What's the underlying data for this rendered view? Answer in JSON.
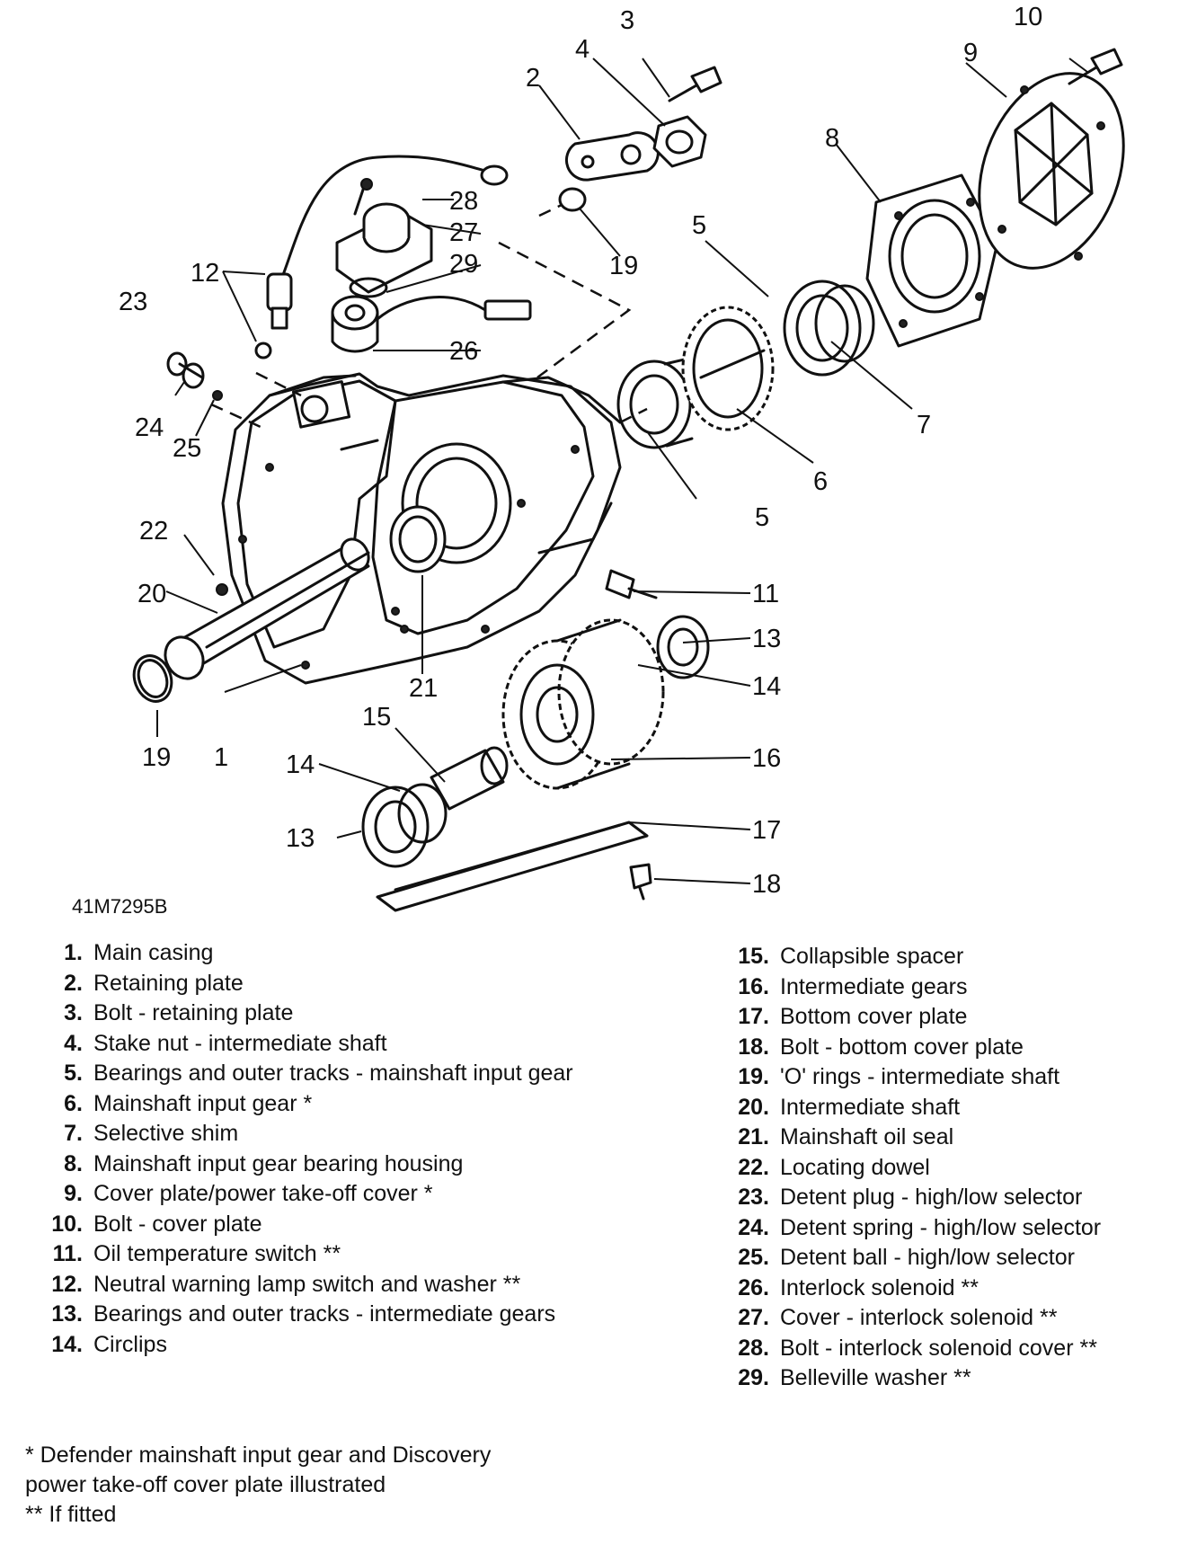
{
  "diagram": {
    "figure_ref": "41M7295B",
    "callouts": {
      "c1": "1",
      "c2": "2",
      "c3": "3",
      "c4": "4",
      "c5a": "5",
      "c5b": "5",
      "c6": "6",
      "c7": "7",
      "c8": "8",
      "c9": "9",
      "c10": "10",
      "c11": "11",
      "c12": "12",
      "c13a": "13",
      "c13b": "13",
      "c14a": "14",
      "c14b": "14",
      "c15": "15",
      "c16": "16",
      "c17": "17",
      "c18": "18",
      "c19a": "19",
      "c19b": "19",
      "c20": "20",
      "c21": "21",
      "c22": "22",
      "c23": "23",
      "c24": "24",
      "c25": "25",
      "c26": "26",
      "c27": "27",
      "c28": "28",
      "c29": "29"
    }
  },
  "legend_left": [
    {
      "num": "1.",
      "text": "Main casing"
    },
    {
      "num": "2.",
      "text": "Retaining plate"
    },
    {
      "num": "3.",
      "text": "Bolt - retaining plate"
    },
    {
      "num": "4.",
      "text": "Stake nut - intermediate shaft"
    },
    {
      "num": "5.",
      "text": "Bearings and outer tracks - mainshaft input gear"
    },
    {
      "num": "6.",
      "text": "Mainshaft input gear *"
    },
    {
      "num": "7.",
      "text": "Selective shim"
    },
    {
      "num": "8.",
      "text": "Mainshaft input gear bearing housing"
    },
    {
      "num": "9.",
      "text": "Cover plate/power take-off cover *"
    },
    {
      "num": "10.",
      "text": "Bolt - cover plate"
    },
    {
      "num": "11.",
      "text": "Oil temperature switch **"
    },
    {
      "num": "12.",
      "text": "Neutral warning lamp switch and washer **"
    },
    {
      "num": "13.",
      "text": "Bearings and outer tracks - intermediate gears"
    },
    {
      "num": "14.",
      "text": "Circlips"
    }
  ],
  "legend_right": [
    {
      "num": "15.",
      "text": "Collapsible spacer"
    },
    {
      "num": "16.",
      "text": "Intermediate gears"
    },
    {
      "num": "17.",
      "text": "Bottom cover plate"
    },
    {
      "num": "18.",
      "text": "Bolt - bottom cover plate"
    },
    {
      "num": "19.",
      "text": "'O' rings - intermediate shaft"
    },
    {
      "num": "20.",
      "text": "Intermediate shaft"
    },
    {
      "num": "21.",
      "text": "Mainshaft oil seal"
    },
    {
      "num": "22.",
      "text": "Locating dowel"
    },
    {
      "num": "23.",
      "text": "Detent plug - high/low selector"
    },
    {
      "num": "24.",
      "text": "Detent spring - high/low selector"
    },
    {
      "num": "25.",
      "text": "Detent ball - high/low selector"
    },
    {
      "num": "26.",
      "text": "Interlock solenoid **"
    },
    {
      "num": "27.",
      "text": "Cover - interlock solenoid **"
    },
    {
      "num": "28.",
      "text": "Bolt - interlock solenoid cover **"
    },
    {
      "num": "29.",
      "text": "Belleville washer **"
    }
  ],
  "footnotes": {
    "line1": "* Defender mainshaft input gear and Discovery",
    "line2": "power take-off cover plate illustrated",
    "line3": "** If fitted"
  }
}
